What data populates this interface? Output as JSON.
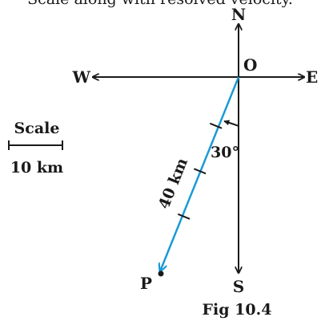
{
  "header_text": "Scale along with resolved velocity.",
  "compass": {
    "north": "N",
    "south": "S",
    "east": "E",
    "west": "W",
    "origin": "O"
  },
  "scale": {
    "title": "Scale",
    "value": "10 km"
  },
  "vector": {
    "length_label": "40 km",
    "point_label": "P",
    "angle_label": "30°",
    "color": "#1a9ad6"
  },
  "caption": "Fig 10.4"
}
